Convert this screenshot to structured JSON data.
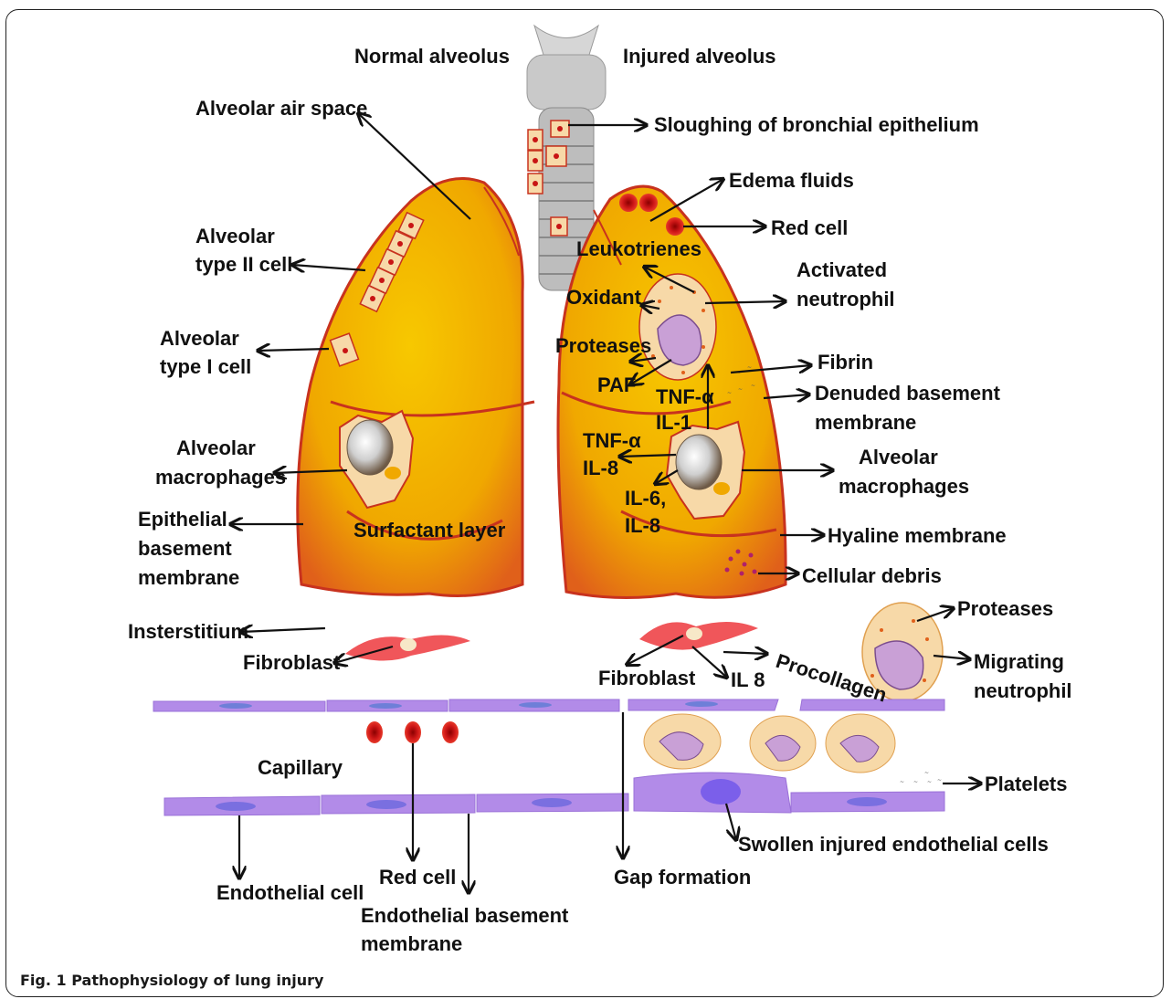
{
  "caption": "Fig. 1 Pathophysiology of lung injury",
  "headers": {
    "normal": "Normal alveolus",
    "injured": "Injured alveolus"
  },
  "left_labels": {
    "air_space": "Alveolar air space",
    "type2_line1": "Alveolar",
    "type2_line2": "type II cell",
    "type1_line1": "Alveolar",
    "type1_line2": "type I cell",
    "macro_line1": "Alveolar",
    "macro_line2": "macrophages",
    "epi_line1": "Epithelial",
    "epi_line2": "basement",
    "epi_line3": "membrane",
    "surfactant": "Surfactant layer",
    "interstitium": "Insterstitium",
    "fibroblast": "Fibroblast",
    "capillary": "Capillary",
    "endothelial_cell": "Endothelial cell",
    "red_cell": "Red cell",
    "endo_bm_line1": "Endothelial basement",
    "endo_bm_line2": "membrane"
  },
  "right_labels": {
    "sloughing": "Sloughing of bronchial epithelium",
    "edema": "Edema fluids",
    "red_cell": "Red cell",
    "leukotrienes": "Leukotrienes",
    "activated_line1": "Activated",
    "activated_line2": "neutrophil",
    "oxidant": "Oxidant",
    "proteases": "Proteases",
    "fibrin": "Fibrin",
    "paf": "PAF",
    "tnf_a_1": "TNF-α",
    "il_1": "IL-1",
    "denuded_line1": "Denuded basement",
    "denuded_line2": "membrane",
    "tnf_a_2": "TNF-α",
    "il_8a": "IL-8",
    "il_6": "IL-6,",
    "il_8b": "IL-8",
    "macro_line1": "Alveolar",
    "macro_line2": "macrophages",
    "hyaline": "Hyaline membrane",
    "debris": "Cellular debris",
    "proteases2": "Proteases",
    "migrating_line1": "Migrating",
    "migrating_line2": "neutrophil",
    "fibroblast": "Fibroblast",
    "il8": "IL 8",
    "procollagen": "Procollagen",
    "platelets": "Platelets",
    "swollen": "Swollen injured endothelial cells",
    "gap": "Gap formation"
  },
  "colors": {
    "lung_fill": "#F2B400",
    "lung_edge": "#C8321E",
    "membrane": "#B28BE8",
    "red_cell": "#C81414",
    "fibroblast": "#F0565A",
    "neutrophil": "#F7D9A8",
    "trachea": "#BDBDBD"
  }
}
